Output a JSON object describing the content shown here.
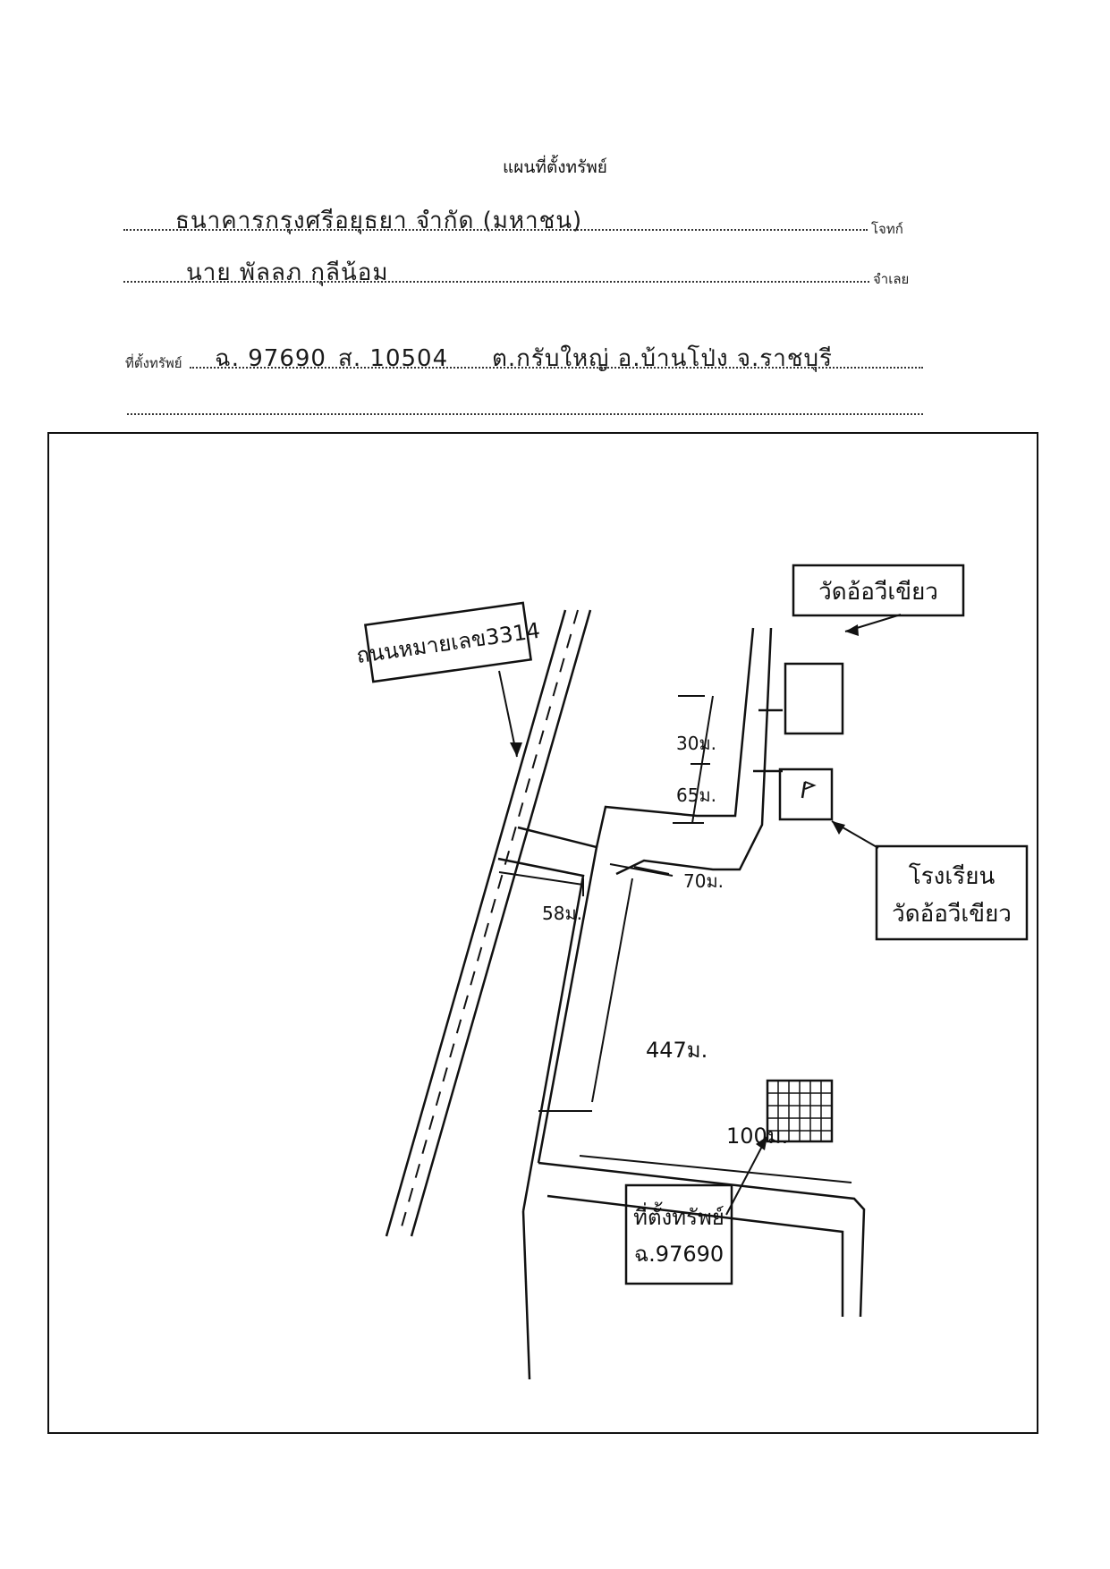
{
  "header": {
    "title": "แผนที่ตั้งทรัพย์"
  },
  "form": {
    "plaintiff_value": "ธนาคารกรุงศรีอยุธยา จำกัด (มหาชน)",
    "plaintiff_label": "โจทก์",
    "defendant_value": "นาย พัลลภ กุลีน้อม",
    "defendant_label": "จำเลย",
    "location_label": "ที่ตั้งทรัพย์",
    "deed_no": "ฉ. 97690",
    "survey_no": "ส. 10504",
    "address": "ต.กรับใหญ่ อ.บ้านโป่ง จ.ราชบุรี"
  },
  "map": {
    "road_label": "ถนนหมายเลข3314",
    "temple_label": "วัดอ้อวีเขียว",
    "school_label_1": "โรงเรียน",
    "school_label_2": "วัดอ้อวีเขียว",
    "dist_30": "30ม.",
    "dist_65": "65ม.",
    "dist_70": "70ม.",
    "dist_58": "58ม.",
    "dist_447": "447ม.",
    "dist_100": "100ม.",
    "property_label_1": "ที่ตั้งทรัพย์",
    "property_label_2": "ฉ.97690"
  }
}
